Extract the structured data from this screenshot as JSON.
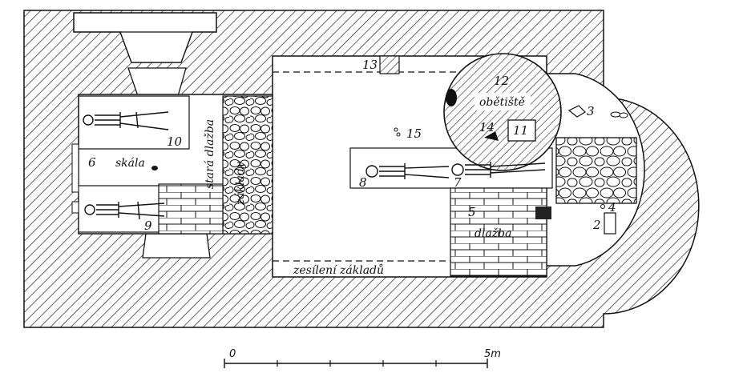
{
  "labels": {
    "n2": "2",
    "n3": "3",
    "n4": "4",
    "n5": "5",
    "n6": "6",
    "n7": "7",
    "n8": "8",
    "n9": "9",
    "n10": "10",
    "n11": "11",
    "n12": "12",
    "n13": "13",
    "n14": "14",
    "n15": "15"
  },
  "words": {
    "skala": "skála",
    "stara_dlazba": "stará dlažba",
    "zaklady": "základy",
    "obetiste": "obětiště",
    "dlazba": "dlažba",
    "zesileni_zakladu": "zesílení základů"
  },
  "scale": {
    "start": "0",
    "end": "5m"
  }
}
